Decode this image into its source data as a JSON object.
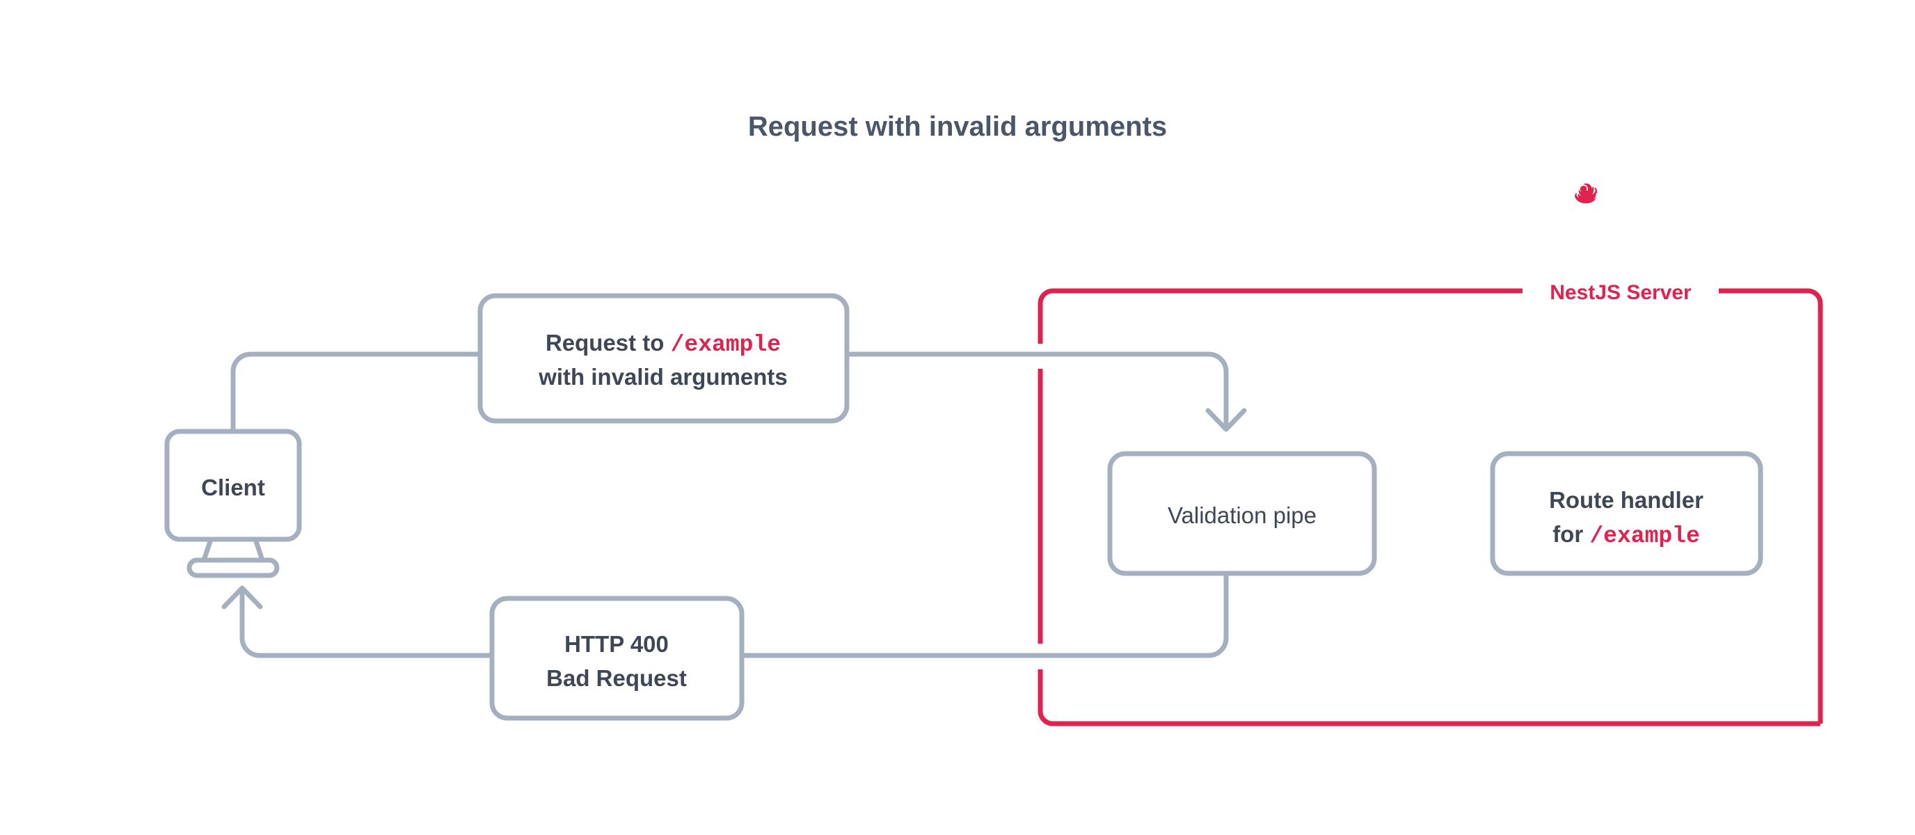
{
  "title": "Request with invalid arguments",
  "colors": {
    "accent_red": "#e0234e",
    "line_gray": "#a4b0c0",
    "text_dark": "#3d4756",
    "title_gray": "#4b5768",
    "background": "#ffffff"
  },
  "server": {
    "label": "NestJS Server",
    "logo_name": "nestjs-cat-logo"
  },
  "nodes": {
    "client": {
      "label": "Client",
      "icon": "monitor-icon"
    },
    "request": {
      "line1_prefix": "Request to ",
      "line1_code": "/example",
      "line2": "with invalid arguments"
    },
    "validation_pipe": {
      "label": "Validation pipe"
    },
    "route_handler": {
      "line1": "Route handler",
      "line2_prefix": "for ",
      "line2_code": "/example"
    },
    "response": {
      "line1": "HTTP 400",
      "line2": "Bad Request"
    }
  }
}
